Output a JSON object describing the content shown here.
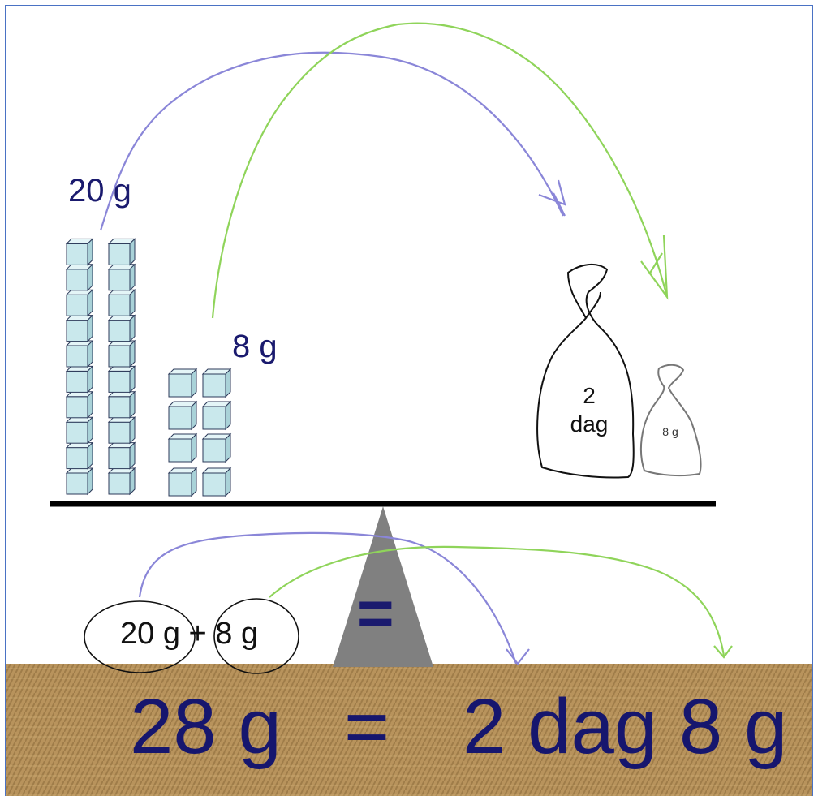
{
  "labels": {
    "stack_label": "20 g",
    "small_label": "8 g",
    "sum_expression": "20 g + 8 g",
    "equals_symbol": "="
  },
  "bags": {
    "big": {
      "line1": "2",
      "line2": "dag"
    },
    "small": {
      "text": "8 g"
    }
  },
  "equation": {
    "left": "28 g",
    "sign": "=",
    "right": "2 dag 8 g"
  },
  "colors": {
    "cube_fill": "#c9e8ec",
    "cube_stroke": "#2c3a5a",
    "arrow_blue": "#8a86d8",
    "arrow_green": "#8fd45a",
    "text_navy": "#1a1a6e",
    "fulcrum": "#808080",
    "ground": "#b8935c"
  },
  "counts": {
    "tall_columns": 2,
    "cubes_per_column": 10,
    "small_rows": 4,
    "small_cols": 2
  }
}
